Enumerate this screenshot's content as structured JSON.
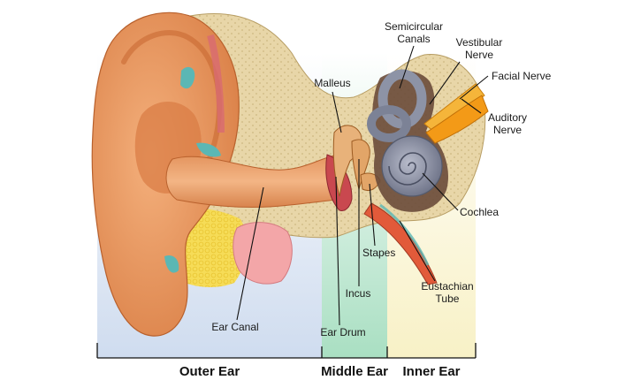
{
  "labels": {
    "semicircular_canals_1": "Semicircular",
    "semicircular_canals_2": "Canals",
    "vestibular_nerve_1": "Vestibular",
    "vestibular_nerve_2": "Nerve",
    "facial_nerve": "Facial Nerve",
    "auditory_nerve_1": "Auditory",
    "auditory_nerve_2": "Nerve",
    "malleus": "Malleus",
    "cochlea": "Cochlea",
    "stapes": "Stapes",
    "incus": "Incus",
    "eustachian_tube_1": "Eustachian",
    "eustachian_tube_2": "Tube",
    "ear_canal": "Ear Canal",
    "ear_drum": "Ear Drum"
  },
  "regions": {
    "outer_ear": "Outer Ear",
    "middle_ear": "Middle Ear",
    "inner_ear": "Inner Ear"
  },
  "colors": {
    "outer_bg": "#d9e4f2",
    "middle_bg": "#bfe6cf",
    "inner_bg": "#faf5cf",
    "skin": "#e9965f",
    "skin_dark": "#c96a33",
    "bone": "#e6d3a4",
    "fat": "#f4d64c",
    "cochlea": "#8d93a6",
    "nerve": "#f5a21b"
  }
}
